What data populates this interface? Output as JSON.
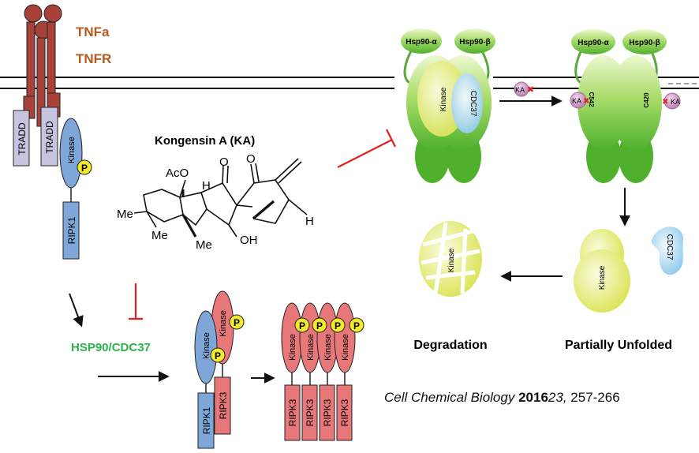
{
  "labels": {
    "tnfa": "TNFa",
    "tnfr": "TNFR",
    "tradd": "TRADD",
    "kinase": "Kinase",
    "p": "P",
    "ripk1": "RIPK1",
    "ripk3": "RIPK3",
    "compound_title": "Kongensin A (KA)",
    "aco": "AcO",
    "me": "Me",
    "oh": "OH",
    "o": "O",
    "h": "H",
    "hsp90_cdc37": "HSP90/CDC37",
    "hsp90_alpha": "Hsp90-α",
    "hsp90_beta": "Hsp90-β",
    "cdc37": "CDC37",
    "ka": "KA",
    "c542": "C542",
    "c420": "C420",
    "degradation": "Degradation",
    "partially_unfolded": "Partially Unfolded"
  },
  "citation": {
    "journal": "Cell Chemical Biology",
    "year": "2016",
    "volume": "23,",
    "pages": "257-266"
  },
  "colors": {
    "tnf_brown": "#a8413a",
    "label_brown": "#b35a1f",
    "kinase_blue": "#7ea6d8",
    "ripk_red": "#e8777a",
    "p_yellow": "#f2ea2a",
    "hsp_green": "#7ec94a",
    "green_text": "#2bb24c",
    "inhibit_red": "#e02020"
  }
}
